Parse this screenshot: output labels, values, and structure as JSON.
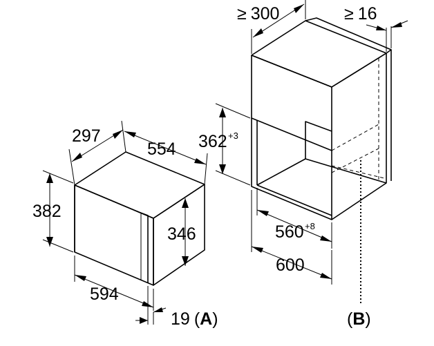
{
  "appliance": {
    "depth": "297",
    "inner_width": "554",
    "height": "382",
    "front_height": "346",
    "width": "594",
    "side_offset": "19",
    "tag_open": "(",
    "tag_letter": "A",
    "tag_close": ")"
  },
  "cabinet": {
    "min_depth_symbol": "≥",
    "min_depth": "300",
    "min_gap_symbol": "≥",
    "min_gap": "16",
    "niche_height": "362",
    "niche_height_tol": "+3",
    "niche_width": "560",
    "niche_width_tol": "+8",
    "cabinet_width": "600",
    "tag_open": "(",
    "tag_letter": "B",
    "tag_close": ")"
  }
}
